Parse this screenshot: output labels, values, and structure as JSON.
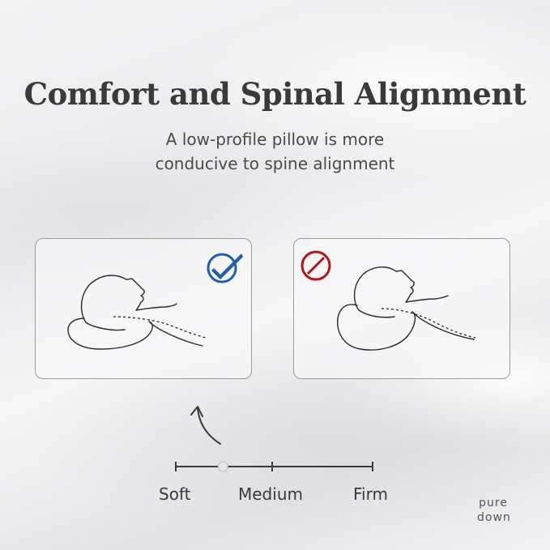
{
  "title": "Comfort and Spinal Alignment",
  "subtitle": {
    "line1": "A low-profile pillow is more",
    "line2": "conducive to spine alignment"
  },
  "cards": [
    {
      "status": "recommended",
      "badge_icon": "check-icon",
      "badge_color": "#1f5ea8"
    },
    {
      "status": "not-recommended",
      "badge_icon": "prohibited-icon",
      "badge_color": "#b3141c"
    }
  ],
  "firmness_scale": {
    "labels": [
      "Soft",
      "Medium",
      "Firm"
    ],
    "selected": "Soft",
    "selected_fraction": 0.24
  },
  "brand": {
    "line1": "pure",
    "line2": "down"
  },
  "colors": {
    "text": "#3a3a3a",
    "card_border": "#9a9a9a",
    "outline": "#2a2a2a"
  }
}
